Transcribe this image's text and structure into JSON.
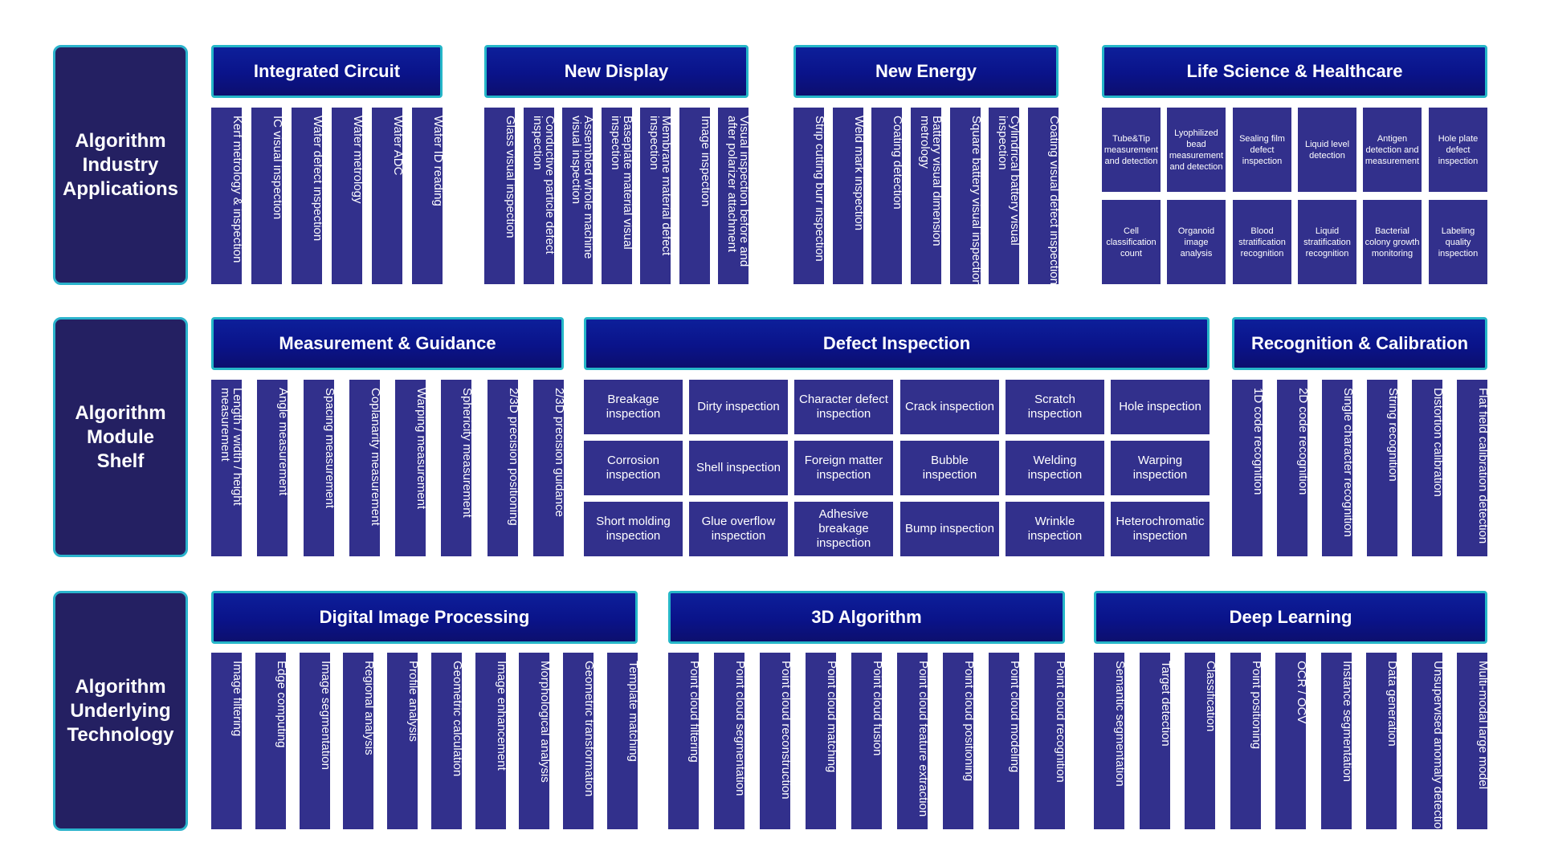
{
  "rows": [
    {
      "label": "Algorithm Industry Applications",
      "groups": [
        {
          "title": "Integrated Circuit",
          "items": [
            "Kerf metrology & inspection",
            "IC visual inspection",
            "Wafer defect inspection",
            "Wafer metrology",
            "Wafer ADC",
            "Wafer ID reading"
          ]
        },
        {
          "title": "New Display",
          "items": [
            "Glass visual inspection",
            "Conductive particle defect inspection",
            "Assembled whole machine visual inspection",
            "Baseplate material visual inspection",
            "Membrane material defect inspection",
            "Image inspection",
            "Visual inspection before and after polarizer attachment"
          ]
        },
        {
          "title": "New Energy",
          "items": [
            "Strip cutting burr inspection",
            "Weld mark inspection",
            "Coating detection",
            "Battery visual dimension metrology",
            "Square battery visual inspection",
            "Cylindrical battery visual inspection",
            "Coating visual defect inspection"
          ]
        },
        {
          "title": "Life Science & Healthcare",
          "grid": [
            [
              "Tube&Tip measurement and detection",
              "Lyophilized bead measurement and detection",
              "Sealing film defect inspection",
              "Liquid level detection",
              "Antigen detection and measurement",
              "Hole plate defect inspection"
            ],
            [
              "Cell classification count",
              "Organoid image analysis",
              "Blood stratification recognition",
              "Liquid stratification recognition",
              "Bacterial colony growth monitoring",
              "Labeling quality inspection"
            ]
          ]
        }
      ]
    },
    {
      "label": "Algorithm Module Shelf",
      "groups": [
        {
          "title": "Measurement & Guidance",
          "items": [
            "Length / width / height measurement",
            "Angle measurement",
            "Spacing measurement",
            "Coplanarity measurement",
            "Warping measurement",
            "Sphericity measurement",
            "2/3D precision positioning",
            "2/3D precision guidance"
          ]
        },
        {
          "title": "Defect Inspection",
          "grid": [
            [
              "Breakage inspection",
              "Dirty inspection",
              "Character defect inspection",
              "Crack inspection",
              "Scratch inspection",
              "Hole inspection"
            ],
            [
              "Corrosion inspection",
              "Shell inspection",
              "Foreign matter inspection",
              "Bubble inspection",
              "Welding inspection",
              "Warping inspection"
            ],
            [
              "Short molding inspection",
              "Glue overflow inspection",
              "Adhesive breakage inspection",
              "Bump inspection",
              "Wrinkle inspection",
              "Heterochromatic inspection"
            ]
          ]
        },
        {
          "title": "Recognition & Calibration",
          "items": [
            "1D code recognition",
            "2D code recognition",
            "Single character recognition",
            "String recognition",
            "Distortion calibration",
            "Flat field calibration detection"
          ]
        }
      ]
    },
    {
      "label": "Algorithm Underlying Technology",
      "groups": [
        {
          "title": "Digital Image Processing",
          "items": [
            "Image filtering",
            "Edge computing",
            "Image segmentation",
            "Regional analysis",
            "Profile analysis",
            "Geometric calculation",
            "Image enhancement",
            "Morphological analysis",
            "Geometric transformation",
            "Template matching"
          ]
        },
        {
          "title": "3D Algorithm",
          "items": [
            "Point cloud filtering",
            "Point cloud segmentation",
            "Point cloud reconstruction",
            "Point cloud matching",
            "Point cloud fusion",
            "Point cloud feature extraction",
            "Point cloud positioning",
            "Point cloud modeling",
            "Point cloud recognition"
          ]
        },
        {
          "title": "Deep Learning",
          "items": [
            "Semantic segmentation",
            "Target detection",
            "Classification",
            "Point positioning",
            "OCR / OCV",
            "Instance segmentation",
            "Data generation",
            "Unsupervised anomaly detection",
            "Multi-modal large model"
          ]
        }
      ]
    }
  ]
}
